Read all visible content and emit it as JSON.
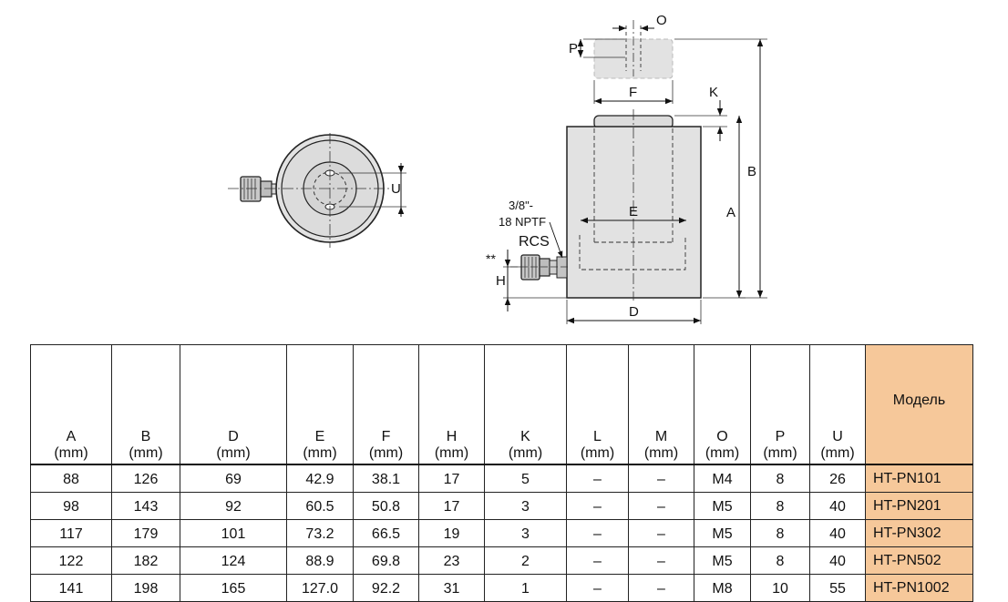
{
  "drawing": {
    "labels": {
      "O": "O",
      "P": "P",
      "F": "F",
      "K": "K",
      "B": "B",
      "A": "A",
      "E": "E",
      "D": "D",
      "H": "H",
      "U": "U",
      "thread_1": "3/8\"-",
      "thread_2": "18 NPTF",
      "coupler": "RCS",
      "note": "**"
    }
  },
  "table": {
    "columns": [
      {
        "letter": "A",
        "unit": "(mm)"
      },
      {
        "letter": "B",
        "unit": "(mm)"
      },
      {
        "letter": "D",
        "unit": "(mm)"
      },
      {
        "letter": "E",
        "unit": "(mm)"
      },
      {
        "letter": "F",
        "unit": "(mm)"
      },
      {
        "letter": "H",
        "unit": "(mm)"
      },
      {
        "letter": "K",
        "unit": "(mm)"
      },
      {
        "letter": "L",
        "unit": "(mm)"
      },
      {
        "letter": "M",
        "unit": "(mm)"
      },
      {
        "letter": "O",
        "unit": "(mm)"
      },
      {
        "letter": "P",
        "unit": "(mm)"
      },
      {
        "letter": "U",
        "unit": "(mm)"
      }
    ],
    "model_header": "Модель",
    "model_color": "#f6c89a",
    "rows": [
      {
        "cells": [
          "88",
          "126",
          "69",
          "42.9",
          "38.1",
          "17",
          "5",
          "–",
          "–",
          "M4",
          "8",
          "26"
        ],
        "model": "HT-PN101"
      },
      {
        "cells": [
          "98",
          "143",
          "92",
          "60.5",
          "50.8",
          "17",
          "3",
          "–",
          "–",
          "M5",
          "8",
          "40"
        ],
        "model": "HT-PN201"
      },
      {
        "cells": [
          "117",
          "179",
          "101",
          "73.2",
          "66.5",
          "19",
          "3",
          "–",
          "–",
          "M5",
          "8",
          "40"
        ],
        "model": "HT-PN302"
      },
      {
        "cells": [
          "122",
          "182",
          "124",
          "88.9",
          "69.8",
          "23",
          "2",
          "–",
          "–",
          "M5",
          "8",
          "40"
        ],
        "model": "HT-PN502"
      },
      {
        "cells": [
          "141",
          "198",
          "165",
          "127.0",
          "92.2",
          "31",
          "1",
          "–",
          "–",
          "M8",
          "10",
          "55"
        ],
        "model": "HT-PN1002"
      }
    ]
  }
}
